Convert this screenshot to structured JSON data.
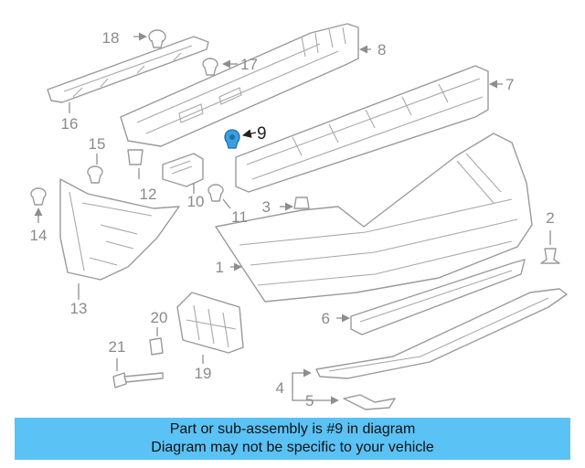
{
  "diagram": {
    "highlight_color": "#3a9fe0",
    "callouts": [
      "1",
      "2",
      "3",
      "4",
      "5",
      "6",
      "7",
      "8",
      "9",
      "10",
      "11",
      "12",
      "13",
      "14",
      "15",
      "16",
      "17",
      "18",
      "19",
      "20",
      "21"
    ],
    "highlighted_callout": "9"
  },
  "caption": {
    "background": "#5bc2f5",
    "line1": "Part or sub-assembly is #9 in diagram",
    "line2": "Diagram may not be specific to your vehicle"
  }
}
